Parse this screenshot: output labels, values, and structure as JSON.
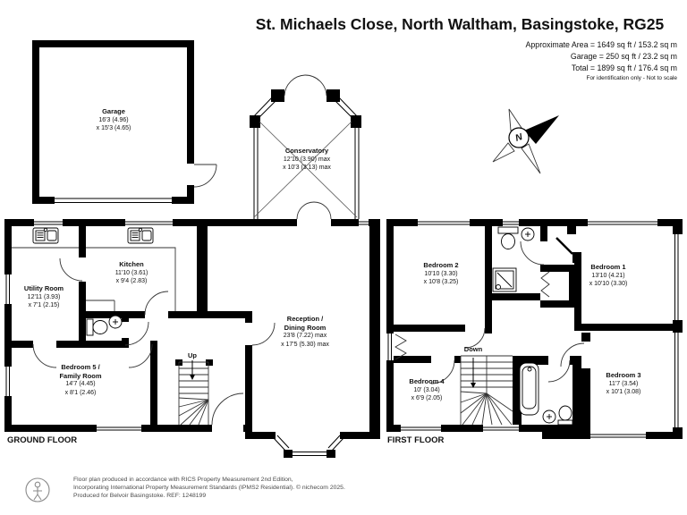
{
  "header": {
    "title": "St. Michaels Close, North Waltham, Basingstoke, RG25",
    "stats": [
      "Approximate Area = 1649 sq ft / 153.2 sq m",
      "Garage = 250 sq ft / 23.2 sq m",
      "Total = 1899 sq ft / 176.4 sq m"
    ],
    "note": "For identification only - Not to scale"
  },
  "floors": {
    "ground": "GROUND FLOOR",
    "first": "FIRST FLOOR"
  },
  "stairs": {
    "up": "Up",
    "down": "Down"
  },
  "compass": {
    "north": "N"
  },
  "rooms": {
    "garage": {
      "name": "Garage",
      "dim1": "16'3 (4.96)",
      "dim2": "x 15'3 (4.65)"
    },
    "conservatory": {
      "name": "Conservatory",
      "dim1": "12'10 (3.90) max",
      "dim2": "x 10'3 (3.13) max"
    },
    "utility": {
      "name": "Utility Room",
      "dim1": "12'11 (3.93)",
      "dim2": "x 7'1 (2.15)"
    },
    "kitchen": {
      "name": "Kitchen",
      "dim1": "11'10 (3.61)",
      "dim2": "x 9'4 (2.83)"
    },
    "bedroom5": {
      "name1": "Bedroom 5 /",
      "name2": "Family Room",
      "dim1": "14'7 (4.45)",
      "dim2": "x 8'1 (2.46)"
    },
    "reception": {
      "name1": "Reception /",
      "name2": "Dining Room",
      "dim1": "23'8 (7.22) max",
      "dim2": "x 17'5 (5.30) max"
    },
    "bedroom2": {
      "name": "Bedroom 2",
      "dim1": "10'10 (3.30)",
      "dim2": "x 10'8 (3.25)"
    },
    "bedroom1": {
      "name": "Bedroom 1",
      "dim1": "13'10 (4.21)",
      "dim2": "x 10'10 (3.30)"
    },
    "bedroom4": {
      "name": "Bedroom 4",
      "dim1": "10' (3.04)",
      "dim2": "x 6'9 (2.05)"
    },
    "bedroom3": {
      "name": "Bedroom 3",
      "dim1": "11'7 (3.54)",
      "dim2": "x 10'1 (3.08)"
    }
  },
  "footer": {
    "line1": "Floor plan produced in accordance with RICS Property Measurement 2nd Edition,",
    "line2": "Incorporating International Property Measurement Standards (IPMS2 Residential).   © nichecom 2025.",
    "line3": "Produced for Belvoir Basingstoke.   REF: 1248199"
  },
  "colors": {
    "wall": "#000000",
    "thin_line": "#333333",
    "background": "#ffffff"
  }
}
